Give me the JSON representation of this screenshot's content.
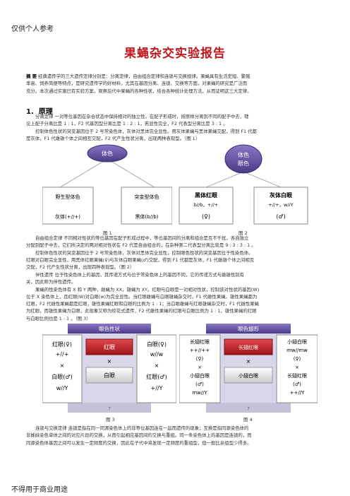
{
  "header": "仅供个人参考",
  "footer": "不得用于商业用途",
  "title": "果蝇杂交实验报告",
  "abstract": {
    "label": "摘 要",
    "lines": [
      " 经典遗传学的三大遗传定律分别是：分离定律，自由组合定律和连锁与交换规律。果蝇具有生活史短、繁殖",
      "率高、饲养简便等特点，是研究遗传学的好材料，尤其在基因分离、连锁、交换等方面，对果蝇的研究是广泛而",
      "充分。本次通过实施已有实验方案，观察后代中果蝇的各种性状，结合各种统计处理方法，从而证明这三大定律。"
    ]
  },
  "section": {
    "num": "1.",
    "title": "原理"
  },
  "para1": [
    "分离定律 一对等位基因在杂合状态中保持相对的独立性，在配子形成时，按原样分离到不同的配子中去，理",
    "论上配子分离比是 1 : 1，F2 代基因型分离比是 1 : 2 : 1，若显性完全，F2 代表型分离比是 3 : 1 。",
    "控制体色性状的突变基因位于 2 号常染色体，灰体对黑体完全显性。用灰体果蝇与黑体果蝇交配，得到 F1 代都",
    "是灰体，F1 代雌雄个体之间相互交配，F2 代产生性状分离，出现两种表现型。（图 1）"
  ],
  "fig1": {
    "root1": "体色",
    "wild": "野生型体色",
    "mutant": "突变型体色",
    "gray_geno": "灰体(+//+)",
    "black_geno": "黑体(b//b)",
    "caption": "图 1"
  },
  "fig2": {
    "root2": "体色",
    "root3": "眼色",
    "female": "黑体红眼",
    "female_geno": "b//b，+//+",
    "female_sym": "(♀)",
    "male": "灰体白眼",
    "male_geno": "+//+，w//Y",
    "male_sym": "(♂)",
    "caption": "图 2"
  },
  "para2": [
    "自由组合定律 不同相对性状的等位基因在配子形成过程中，等位基因间的分离和组合是互不干扰，各自独立",
    "分配到配子中去，它们所决定的两对相对性状在 F2 代是自由组合的，在杂种第二代表型分离比就是 9 : 3 : 3 : 1 。",
    "控制体色性状的突变基因位于 2 号常染色体，灰体对黑体完全显性，控制眼色性状的突变基因位于性染色体。",
    "红眼对白眼完全显性，用黑体红眼果蝇(♀)与灰体白眼果蝇(♂)交配，得到 F1 代都是灰体，F1 代雌雄个体之间相互",
    "交配，F2 代产生性状分离，出现四种表现型。（图 2）"
  ],
  "para3": [
    "伴性遗传 位于性染色体上的基因，其传递方式与位于常染色体上的基因不同，它的传递方式与雌雄性别有",
    "关，因此称为伴性遗传。",
    "果蝇的性染色体有 X 和 Y 两种，雌蝇为 XX，雄蝇为 XY。红眼与白眼是一对相对性状，控制该对性状的基因(W)",
    "位于 X 染色体上，且红眼(W)对白眼(w)为完全显性。当红眼雌蝇与白眼雄蝇杂交时，F1 代雌性果蝇、雄性果蝇都为",
    "红眼，F2 代雌性果蝇都是红眼，雄性果蝇红眼和白眼的比例为 1 : 1；当白眼雌蝇与红眼雄蝇杂交时，F1 代雌性果蝇",
    "为红眼，而雄性果蝇为白眼，此现象又称为绞花式遗传，F2 代雌性果蝇的红眼与白眼比例为 1 : 1，雄性果蝇的红眼",
    "与白眼比例也是 1 : 1 。（图 3）"
  ],
  "fig3": {
    "header": "眼色性状",
    "left_top": "红眼(♀)",
    "left_geno": "+//+",
    "cross": "×",
    "left_bottom": "白眼(♂)",
    "left_geno2": "w//Y",
    "mid_red": "红眼",
    "mid_white": "白眼",
    "right_top": "白眼(♀)",
    "right_geno": "w//w",
    "right_bottom": "红眼(♂)",
    "right_geno2": "+//Y",
    "footer": "?",
    "caption": "图 3"
  },
  "fig4": {
    "header": "眼色翅形",
    "left_title": "长翅红眼",
    "left_geno": "++//++",
    "left_sym": "(♀)",
    "cross": "×",
    "left_b": "小翅白眼",
    "left_bsym": "(♂)",
    "left_bgeno": "mw//Y",
    "mid1": "长翅红眼",
    "mid2": "小翅白眼",
    "right_title": "小翅白眼",
    "right_geno": "mw//mw",
    "right_sym": "(♀)",
    "right_b": "长翅红眼",
    "right_bsym": "(♂)",
    "right_bgeno": "++//Y",
    "footer": "?",
    "caption": "图 4"
  },
  "para4": [
    "连锁与交换定律 连锁是指在同一同源染色体上的非等位基因连在一起而遗传的现象；互换是指同源染色体的",
    "非姊妹染色单体之间的对应片段的交换，从而引起相应基因间的交换与重组。同一条染色体上的基因是连锁的，而",
    "同源染色体基因之间可以发生一定频度的交换，因此在子代中将发现一定频度的重组型，但一般比亲组型少得多。"
  ],
  "colors": {
    "title": "#c0161c",
    "banner": "#5d4a9c",
    "red": "#c2262b"
  }
}
